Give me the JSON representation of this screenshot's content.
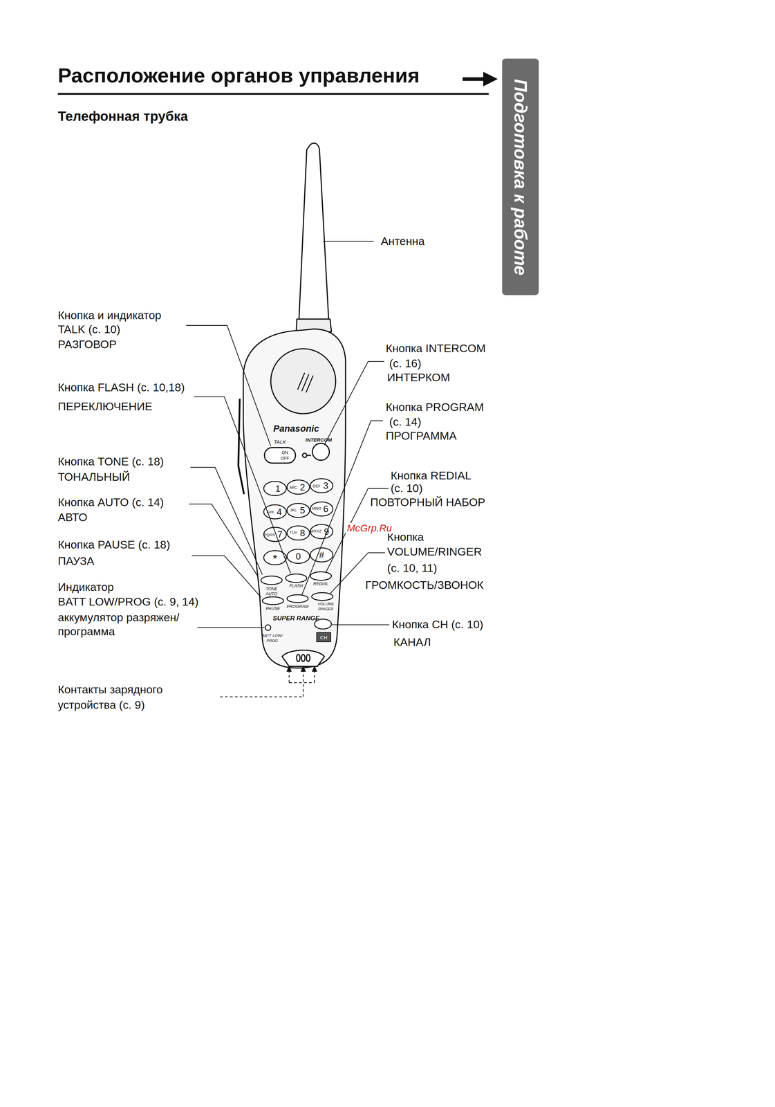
{
  "diagram": {
    "title": "Расположение органов управления",
    "nodes": [
      {
        "text": [
          "Подготовка к работе"
        ]
      }
    ],
    "labels": [
      "Кнопка и индикатор",
      "TALK (с. 10)",
      "РАЗГОВОР",
      "Кнопка FLASH (с. 10,18)",
      "ПЕРЕКЛЮЧЕНИЕ",
      "Кнопка TONE (с. 18)",
      "ТОНАЛЬНЫЙ",
      "Кнопка AUTO (с. 14)",
      "АВТО",
      "Кнопка PAUSE (с. 18)",
      "ПАУЗА",
      "Индикатор",
      "BATT LOW/PROG (с. 9, 14)",
      "аккумулятор разряжен/",
      "программа",
      "Контакты зарядного",
      "устройства (с. 9)",
      "Антенна",
      "Кнопка INTERCOM",
      "(с. 16)",
      "ИНТЕРКОМ",
      "Кнопка PROGRAM",
      "(с. 14)",
      "ПРОГРАММА",
      "Кнопка REDIAL",
      "(с. 10)",
      "ПОВТОРНЫЙ НАБОР",
      "Кнопка",
      "VOLUME/RINGER",
      "(с. 10, 11)",
      "ГРОМКОСТЬ/ЗВОНОК",
      "Кнопка CH (с. 10)",
      "КАНАЛ",
      "Телефонная трубка",
      "Panasonic",
      "TALK",
      "INTERCOM",
      "ON",
      "OFF",
      "1",
      "ABC",
      "2",
      "DEF",
      "3",
      "GHI",
      "4",
      "JKL",
      "5",
      "MNO",
      "6",
      "PQRS",
      "7",
      "TUV",
      "8",
      "WXYZ",
      "9",
      "*",
      "0",
      "#",
      "TONE",
      "AUTO",
      "FLASH",
      "REDIAL",
      "PAUSE",
      "PROGRAM",
      "VOLUME",
      "RINGER",
      "SUPER RANGE",
      "BATT LOW/",
      "PROG",
      "CH",
      "McGrp.Ru"
    ]
  }
}
